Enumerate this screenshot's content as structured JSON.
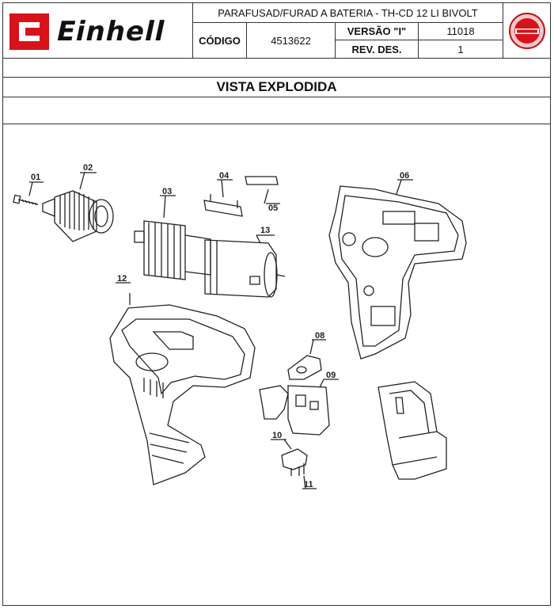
{
  "header": {
    "brand": "Einhell",
    "title": "PARAFUSAD/FURAD A BATERIA - TH-CD 12 LI BIVOLT",
    "codigo_label": "CÓDIGO",
    "codigo_value": "4513622",
    "versao_label": "VERSÃO \"I\"",
    "versao_value": "11018",
    "rev_label": "REV. DES.",
    "rev_value": "1"
  },
  "section_title": "VISTA EXPLODIDA",
  "parts": [
    {
      "number": "01",
      "name": "screw"
    },
    {
      "number": "02",
      "name": "drill-chuck"
    },
    {
      "number": "03",
      "name": "gearbox"
    },
    {
      "number": "04",
      "name": "switch-slider"
    },
    {
      "number": "05",
      "name": "switch-label"
    },
    {
      "number": "06",
      "name": "housing-half-right"
    },
    {
      "number": "08",
      "name": "direction-switch"
    },
    {
      "number": "09",
      "name": "trigger-switch"
    },
    {
      "number": "10",
      "name": "terminal"
    },
    {
      "number": "11",
      "name": "terminal-wires"
    },
    {
      "number": "12",
      "name": "housing-half-left"
    },
    {
      "number": "13",
      "name": "motor"
    }
  ],
  "colors": {
    "brand_red": "#d8121a",
    "line": "#222222"
  }
}
